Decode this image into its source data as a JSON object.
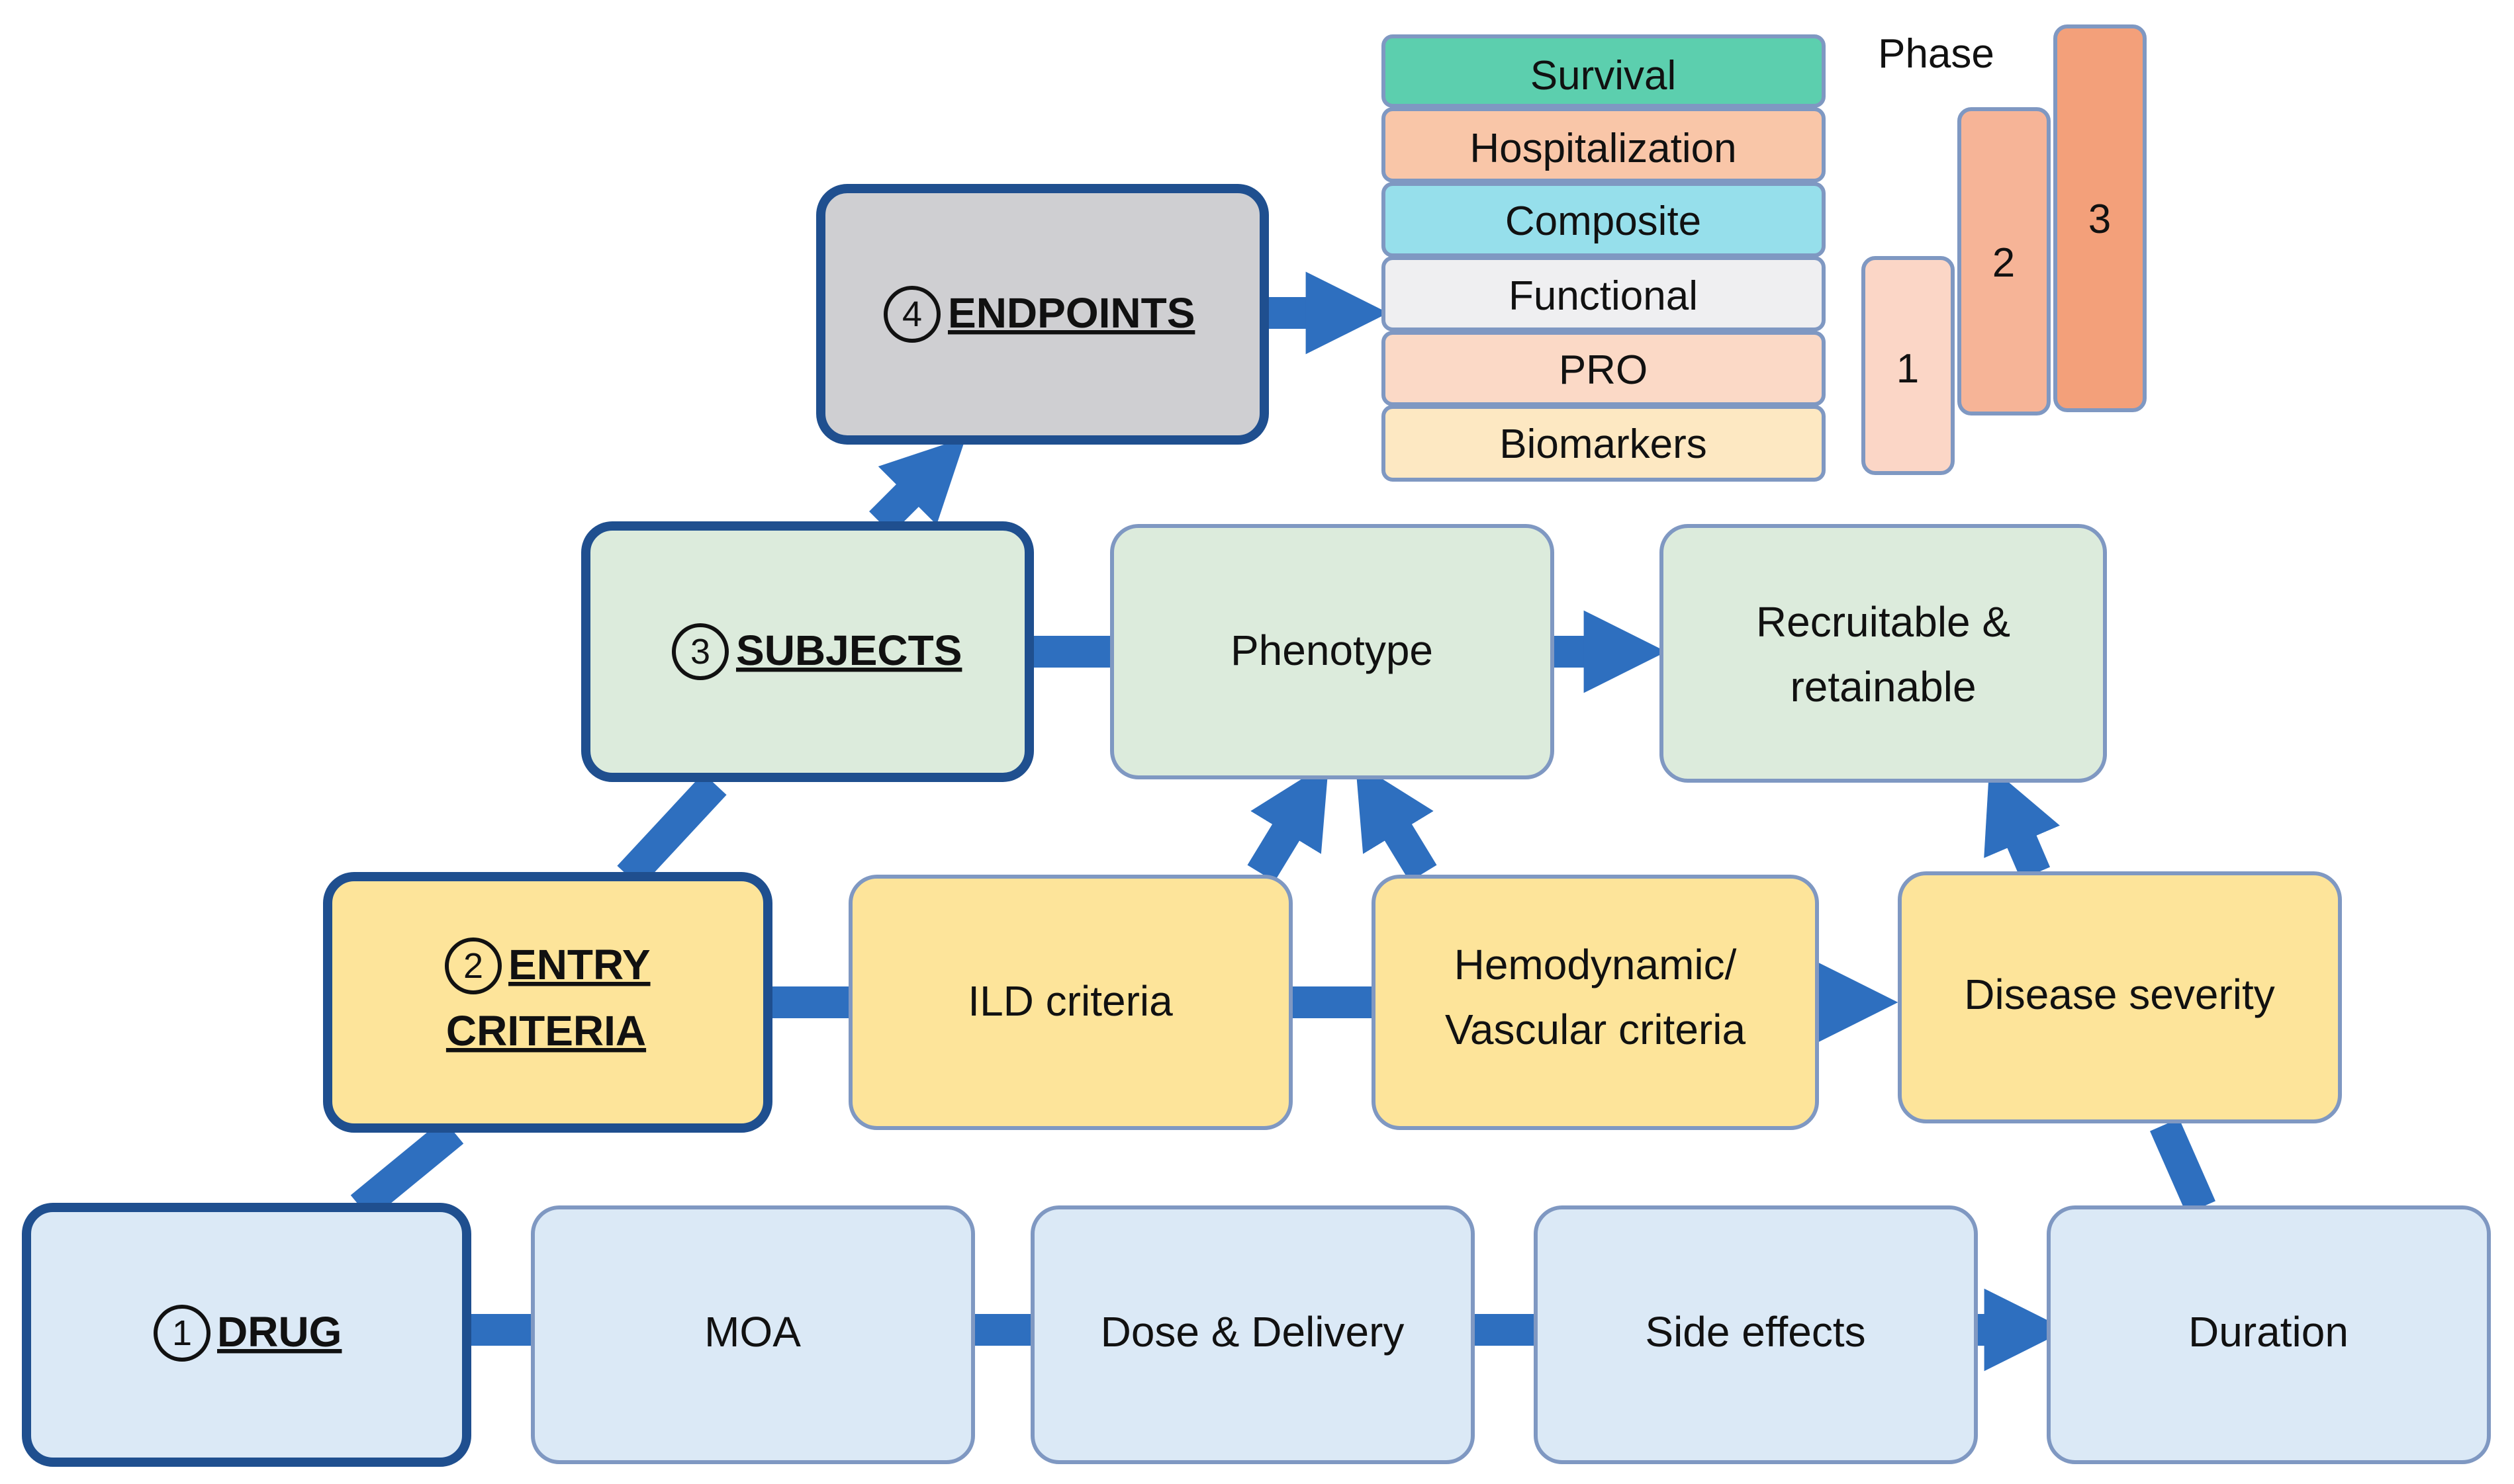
{
  "colors": {
    "arrow": "#2e6fbf",
    "drug_fill": "#dbe9f6",
    "entry_fill": "#fde49a",
    "subjects_fill": "#dcebdc",
    "endpoints_fill": "#cfcfd2",
    "main_stroke": "#1f4f8f",
    "sub_stroke": "#7f98c2",
    "survival": "#5ccfae",
    "hospitalization": "#f9c6a8",
    "composite": "#96dfeb",
    "functional": "#efeff1",
    "pro": "#fbd9c6",
    "biomarkers": "#fde8c2",
    "phase1": "#fbd6c6",
    "phase2": "#f6b497",
    "phase3": "#f3a07a"
  },
  "nodes": {
    "drug": {
      "num": "1",
      "label": "DRUG"
    },
    "entry": {
      "num": "2",
      "line1": "ENTRY",
      "line2": "CRITERIA"
    },
    "subjects": {
      "num": "3",
      "label": "SUBJECTS"
    },
    "endpoints": {
      "num": "4",
      "label": "ENDPOINTS"
    }
  },
  "drug_row": {
    "moa": "MOA",
    "dose": "Dose & Delivery",
    "side": "Side effects",
    "duration": "Duration"
  },
  "entry_row": {
    "ild": "ILD criteria",
    "hemo_line1": "Hemodynamic/",
    "hemo_line2": "Vascular criteria",
    "severity": "Disease severity"
  },
  "subjects_row": {
    "phenotype": "Phenotype",
    "recruit_line1": "Recruitable &",
    "recruit_line2": "retainable"
  },
  "endpoint_types": {
    "survival": "Survival",
    "hospitalization": "Hospitalization",
    "composite": "Composite",
    "functional": "Functional",
    "pro": "PRO",
    "biomarkers": "Biomarkers"
  },
  "phases": {
    "title": "Phase",
    "p1": "1",
    "p2": "2",
    "p3": "3"
  }
}
